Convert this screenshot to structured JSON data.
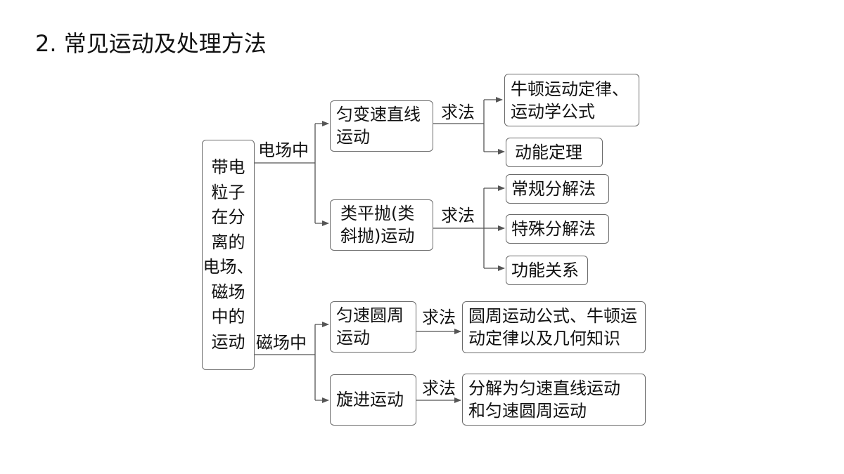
{
  "title": "2. 常见运动及处理方法",
  "root": "带电\n粒子\n在分\n离的\n电场、\n磁场\n中的\n运动",
  "branches": {
    "electric": "电场中",
    "magnetic": "磁场中"
  },
  "motions": {
    "uniform_linear": "匀变速直线\n运动",
    "projectile": "类平抛(类\n斜抛)运动",
    "circular": "匀速圆周\n运动",
    "spiral": "旋进运动"
  },
  "method_label": "求法",
  "methods": {
    "newton": "牛顿运动定律、\n运动学公式",
    "kinetic": "动能定理",
    "conventional": "常规分解法",
    "special": "特殊分解法",
    "work_energy": "功能关系",
    "circular": "圆周运动公式、牛顿运\n动定律以及几何知识",
    "spiral": "分解为匀速直线运动\n和匀速圆周运动"
  },
  "colors": {
    "line": "#555555",
    "border": "#6b6b6b"
  }
}
